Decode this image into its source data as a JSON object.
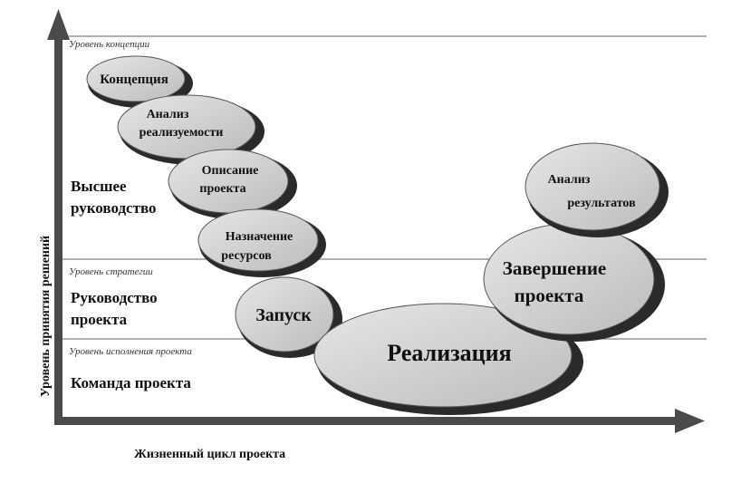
{
  "axes": {
    "y_label": "Уровень принятия решений",
    "x_label": "Жизненный цикл проекта"
  },
  "levels": {
    "concept": "Уровень концепции",
    "strategy": "Уровень стратегии",
    "execution": "Уровень исполнения проекта"
  },
  "tiers": {
    "top_management": [
      "Высшее",
      "руководство"
    ],
    "project_management": [
      "Руководство",
      "проекта"
    ],
    "project_team": "Команда проекта"
  },
  "phases": {
    "concept": [
      "Концепция"
    ],
    "feasibility": [
      "Анализ",
      "реализуемости"
    ],
    "description": [
      "Описание",
      "проекта"
    ],
    "resources": [
      "Назначение",
      "ресурсов"
    ],
    "launch": [
      "Запуск"
    ],
    "implementation": [
      "Реализация"
    ],
    "completion": [
      "Завершение",
      "проекта"
    ],
    "results": [
      "Анализ",
      "результатов"
    ]
  },
  "colors": {
    "ellipse_fill": "#d2d2d2",
    "ellipse_shadow": "#2a2a2a",
    "axis": "#4a4a4a",
    "grid": "#555555"
  }
}
